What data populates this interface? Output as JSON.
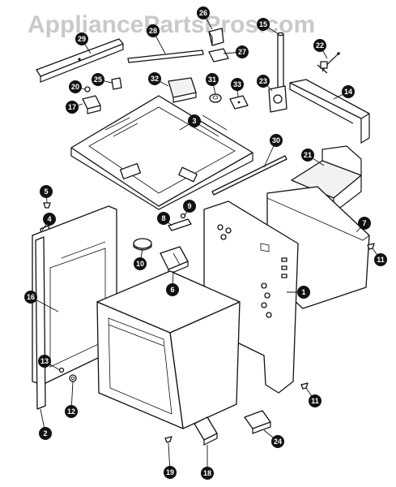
{
  "watermark": "AppliancePartsPros.com",
  "callouts": [
    {
      "id": "c1",
      "label": "1"
    },
    {
      "id": "c2",
      "label": "2"
    },
    {
      "id": "c3",
      "label": "3"
    },
    {
      "id": "c4",
      "label": "4"
    },
    {
      "id": "c5",
      "label": "5"
    },
    {
      "id": "c6",
      "label": "6"
    },
    {
      "id": "c7",
      "label": "7"
    },
    {
      "id": "c8",
      "label": "8"
    },
    {
      "id": "c9",
      "label": "9"
    },
    {
      "id": "c10",
      "label": "10"
    },
    {
      "id": "c11a",
      "label": "11"
    },
    {
      "id": "c11b",
      "label": "11"
    },
    {
      "id": "c12",
      "label": "12"
    },
    {
      "id": "c13",
      "label": "13"
    },
    {
      "id": "c14",
      "label": "14"
    },
    {
      "id": "c15",
      "label": "15"
    },
    {
      "id": "c16",
      "label": "16"
    },
    {
      "id": "c17",
      "label": "17"
    },
    {
      "id": "c18",
      "label": "18"
    },
    {
      "id": "c19",
      "label": "19"
    },
    {
      "id": "c20",
      "label": "20"
    },
    {
      "id": "c21",
      "label": "21"
    },
    {
      "id": "c22",
      "label": "22"
    },
    {
      "id": "c23",
      "label": "23"
    },
    {
      "id": "c24",
      "label": "24"
    },
    {
      "id": "c25",
      "label": "25"
    },
    {
      "id": "c26",
      "label": "26"
    },
    {
      "id": "c27",
      "label": "27"
    },
    {
      "id": "c28",
      "label": "28"
    },
    {
      "id": "c29",
      "label": "29"
    },
    {
      "id": "c30",
      "label": "30"
    },
    {
      "id": "c31",
      "label": "31"
    },
    {
      "id": "c32",
      "label": "32"
    },
    {
      "id": "c33",
      "label": "33"
    }
  ]
}
